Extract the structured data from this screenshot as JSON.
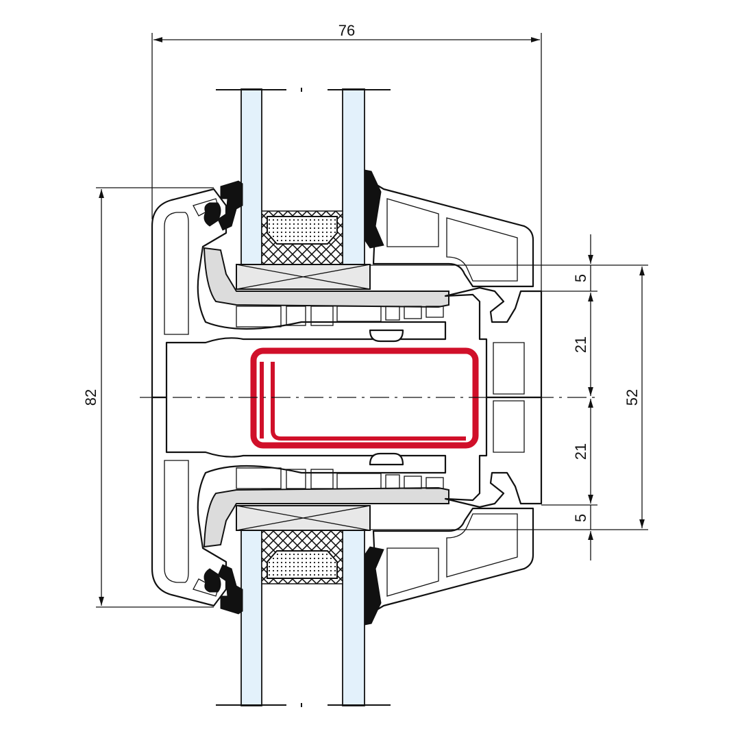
{
  "dimensions": {
    "overall_width": "76",
    "overall_height": "82",
    "inner_height": "52",
    "stack": [
      "5",
      "21",
      "21",
      "5"
    ]
  },
  "colors": {
    "reinforcement": "#d0102a",
    "glass": "#e3f1fb",
    "gasket": "#dcdcdc"
  }
}
